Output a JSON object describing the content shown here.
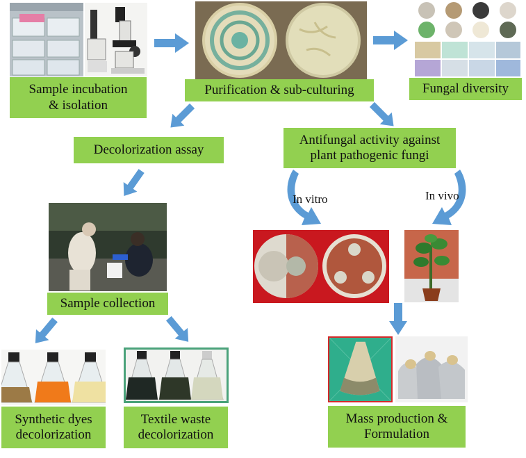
{
  "nodes": {
    "incubation": "Sample incubation\n& isolation",
    "purification": "Purification & sub-culturing",
    "diversity": "Fungal diversity",
    "decolorization": "Decolorization assay",
    "antifungal": "Antifungal activity against\nplant pathogenic fungi",
    "collection": "Sample collection",
    "synthetic": "Synthetic dyes\ndecolorization",
    "textile": "Textile waste\ndecolorization",
    "mass": "Mass production &\nFormulation"
  },
  "edge_labels": {
    "in_vitro": "In vitro",
    "in_vivo": "In vivo"
  },
  "colors": {
    "box": "#92d050",
    "arrow": "#5b9bd5"
  }
}
